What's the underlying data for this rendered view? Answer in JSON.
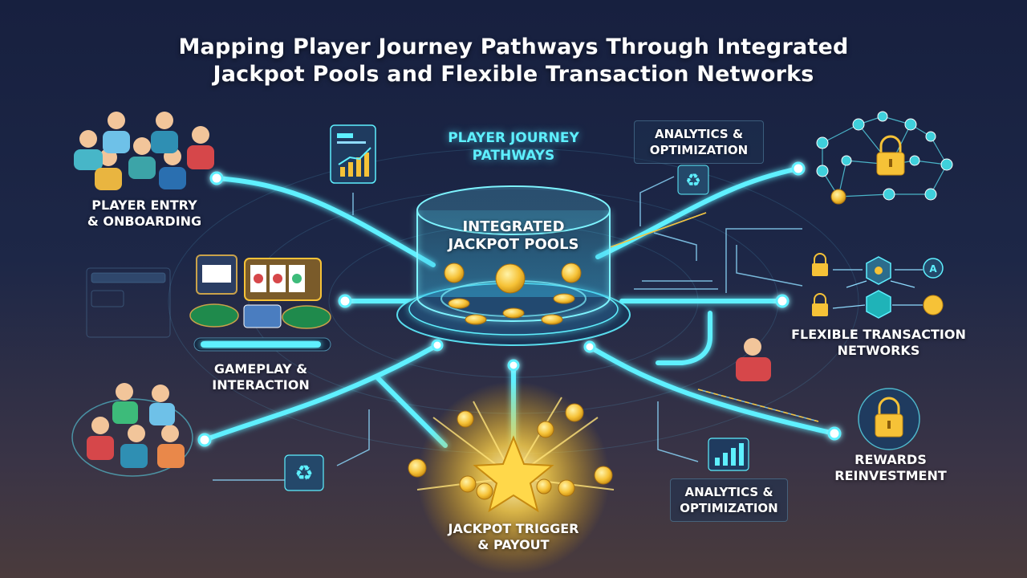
{
  "title": {
    "line1": "Mapping Player Journey Pathways Through Integrated",
    "line2": "Jackpot Pools and Flexible Transaction Networks"
  },
  "hub": {
    "top_label": [
      "PLAYER JOURNEY",
      "PATHWAYS"
    ],
    "center_label": [
      "INTEGRATED",
      "JACKPOT POOLS"
    ]
  },
  "nodes": {
    "entry": [
      "PLAYER ENTRY",
      "& ONBOARDING"
    ],
    "gameplay": [
      "GAMEPLAY &",
      "INTERACTION"
    ],
    "analytics_top": [
      "ANALYTICS &",
      "OPTIMIZATION"
    ],
    "transaction": [
      "FLEXIBLE TRANSACTION",
      "NETWORKS"
    ],
    "rewards": [
      "REWARDS",
      "REINVESTMENT"
    ],
    "analytics_bottom": [
      "ANALYTICS &",
      "OPTIMIZATION"
    ],
    "jackpot": [
      "JACKPOT TRIGGER",
      "& PAYOUT"
    ]
  },
  "colors": {
    "glow": "#5ef0ff",
    "gold": "#f6c237",
    "background_top": "#17203f",
    "background_bottom": "#4a3b3c"
  }
}
